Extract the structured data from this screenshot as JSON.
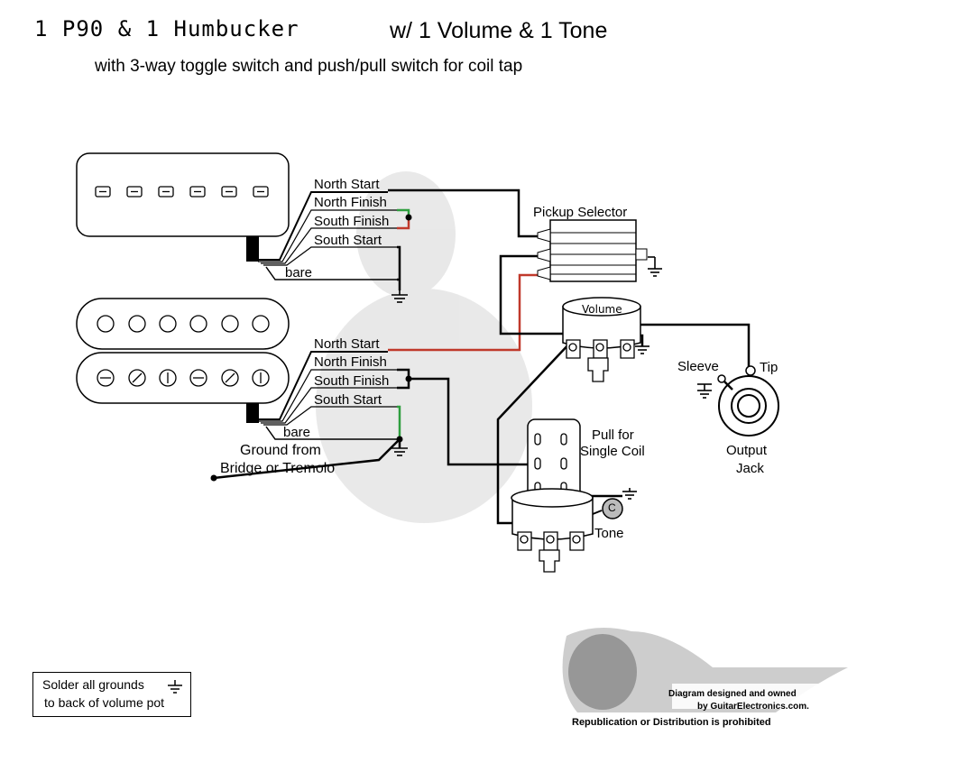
{
  "title": {
    "main": "1 P90 & 1 Humbucker",
    "controls": "w/ 1 Volume & 1 Tone",
    "subtitle": "with 3-way toggle switch and push/pull switch for coil tap"
  },
  "p90_wires": {
    "north_start": "North Start",
    "north_finish": "North Finish",
    "south_finish": "South Finish",
    "south_start": "South Start",
    "bare": "bare"
  },
  "humbucker_wires": {
    "north_start": "North Start",
    "north_finish": "North Finish",
    "south_finish": "South Finish",
    "south_start": "South Start",
    "bare": "bare"
  },
  "components": {
    "pickup_selector": "Pickup Selector",
    "volume": "Volume",
    "tone": "Tone",
    "capacitor": "C",
    "push_pull_line1": "Pull for",
    "push_pull_line2": "Single Coil",
    "jack_sleeve": "Sleeve",
    "jack_tip": "Tip",
    "jack_line1": "Output",
    "jack_line2": "Jack"
  },
  "ground_note": {
    "line1": "Ground from",
    "line2": "Bridge or Tremolo"
  },
  "solder_note": {
    "line1": "Solder all grounds",
    "line2": "to back of volume pot"
  },
  "watermark": {
    "line1": "Diagram designed and owned",
    "line2": "by GuitarElectronics.com.",
    "line3": "Republication or Distribution is prohibited"
  },
  "colors": {
    "wire_black": "#000000",
    "wire_red": "#c0392b",
    "wire_green": "#2e9e3e",
    "pickup_fill": "#ffffff",
    "watermark_gray": "#9a9a9a"
  }
}
